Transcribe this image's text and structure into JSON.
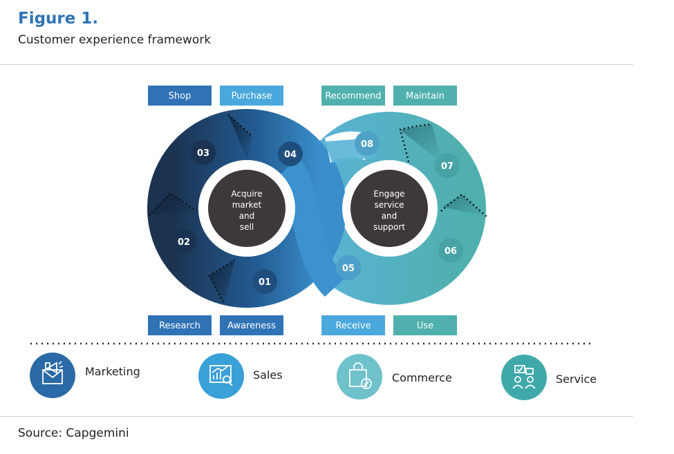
{
  "header": {
    "figure_label": "Figure 1.",
    "title": "Customer experience framework"
  },
  "stage_labels": {
    "shop": "Shop",
    "purchase": "Purchase",
    "recommend": "Recommend",
    "maintain": "Maintain",
    "research": "Research",
    "awareness": "Awareness",
    "receive": "Receive",
    "use": "Use"
  },
  "steps": [
    "01",
    "02",
    "03",
    "04",
    "05",
    "06",
    "07",
    "08"
  ],
  "centers": {
    "left": [
      "Acquire",
      "market",
      "and",
      "sell"
    ],
    "right": [
      "Engage",
      "service",
      "and",
      "support"
    ]
  },
  "functions": [
    {
      "label": "Marketing",
      "icon": "envelope-megaphone-icon",
      "color": "#2a6aa6"
    },
    {
      "label": "Sales",
      "icon": "chart-magnifier-icon",
      "color": "#3aa0d8"
    },
    {
      "label": "Commerce",
      "icon": "shopping-bag-check-icon",
      "color": "#6fc1cc"
    },
    {
      "label": "Service",
      "icon": "support-people-icon",
      "color": "#3fa9a9"
    }
  ],
  "colors": {
    "navy": "#1b3350",
    "blue": "#2f73b5",
    "light_blue": "#4aa8dc",
    "teal": "#4fb0ae",
    "light_teal": "#7cc7cc",
    "center": "#3e3938"
  },
  "source": "Source: Capgemini"
}
